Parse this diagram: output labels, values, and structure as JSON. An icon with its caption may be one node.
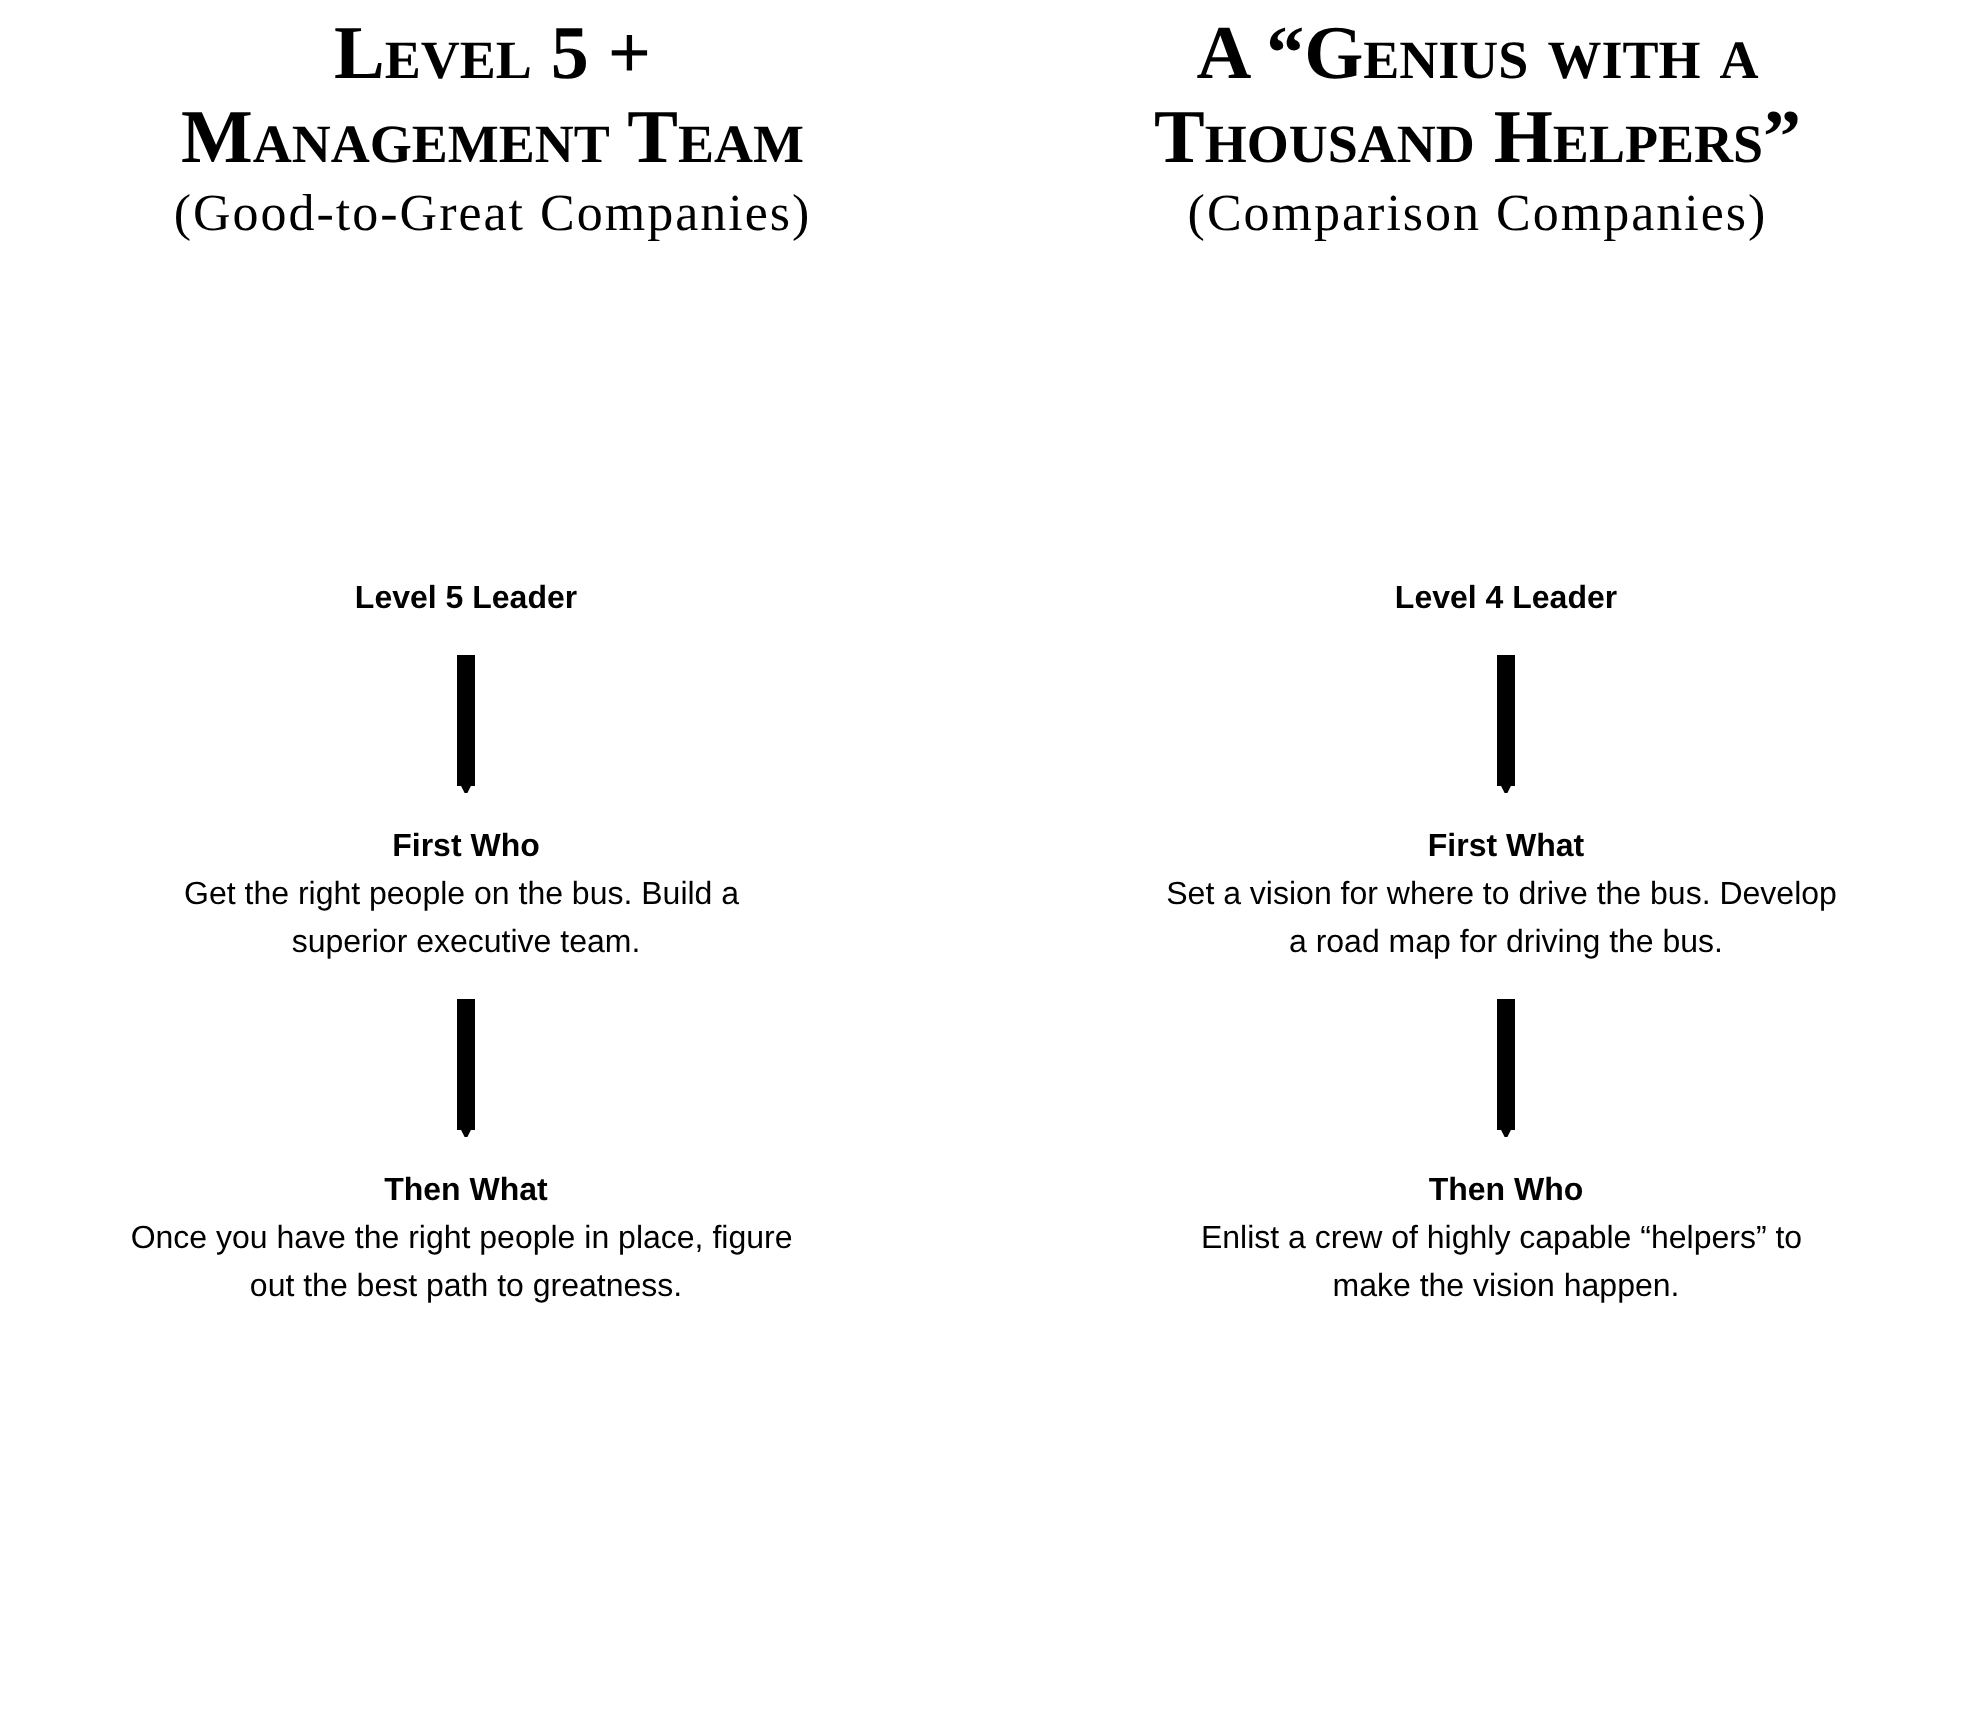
{
  "diagram": {
    "nodes": [
      {
        "text": [
          "Level 5 Leader"
        ]
      },
      {
        "text": [
          "First Who",
          "Get the right people on the bus. Build a superior executive team."
        ]
      },
      {
        "text": [
          "Then What",
          "Once you have the right people in place, figure out the best path to greatness."
        ]
      },
      {
        "text": [
          "Level 4 Leader"
        ]
      },
      {
        "text": [
          "First What",
          "Set a vision for where to drive the bus. Develop a road map for driving the bus."
        ]
      },
      {
        "text": [
          "Then Who",
          "Enlist a crew of highly capable “helpers” to make the vision happen."
        ]
      }
    ],
    "edges": [
      {
        "from": 0,
        "to": 1,
        "arrow": "to"
      },
      {
        "from": 1,
        "to": 2,
        "arrow": "to"
      },
      {
        "from": 3,
        "to": 4,
        "arrow": "to"
      },
      {
        "from": 4,
        "to": 5,
        "arrow": "to"
      }
    ],
    "labels": [
      "Level 5 + Management Team",
      "A “Genius with a Thousand Helpers”",
      "(Good-to-Great Companies)",
      "(Comparison Companies)"
    ]
  }
}
